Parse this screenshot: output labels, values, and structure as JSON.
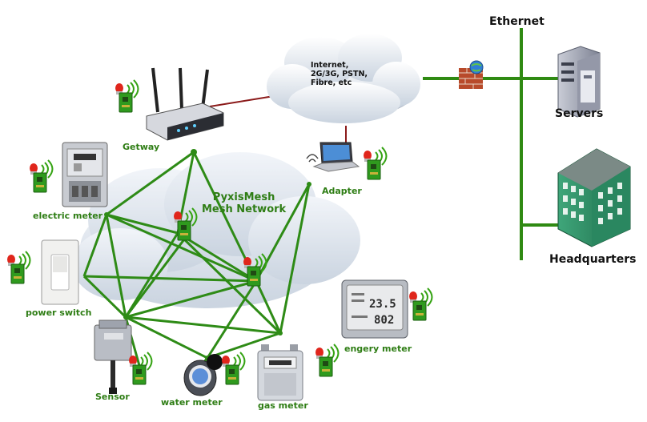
{
  "network": {
    "cloud_text": "Internet,\n2G/3G, PSTN,\nFibre, etc",
    "mesh_title_1": "PyxisMesh",
    "mesh_title_2": "Mesh Network",
    "ethernet": "Ethernet",
    "servers": "Servers",
    "headquarters": "Headquarters"
  },
  "devices": {
    "gateway": "Getway",
    "adapter": "Adapter",
    "electric_meter": "electric meter",
    "power_switch": "power switch",
    "sensor": "Sensor",
    "water_meter": "water meter",
    "gas_meter": "gas meter",
    "energy_meter": "engery meter",
    "energy_display_1": "23.5",
    "energy_display_2": "802"
  },
  "colors": {
    "mesh_line": "#2e8b16",
    "label_green": "#2e7d14",
    "ethernet_line": "#2f8a12",
    "link_red": "#8b1a1a"
  }
}
